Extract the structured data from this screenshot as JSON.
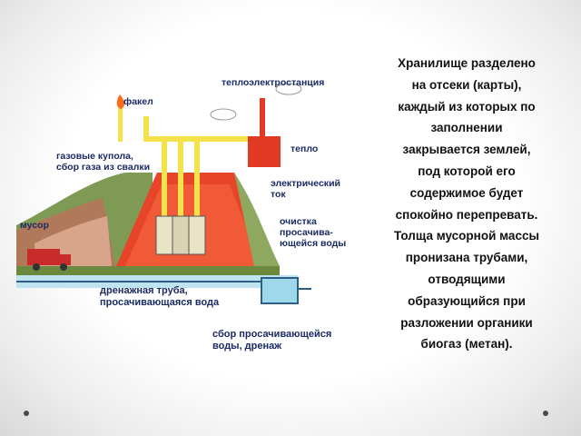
{
  "diagram": {
    "labels": {
      "torch": "факел",
      "power_plant": "теплоэлектростанция",
      "gas_domes": "газовые купола,\nсбор газа из свалки",
      "heat": "тепло",
      "electricity": "электрический\nток",
      "garbage": "мусор",
      "leachate_treatment": "очистка\nпросачива-\nющейся воды",
      "drain_pipe": "дренажная труба,\nпросачивающаяся вода",
      "leachate_collection": "сбор просачивающейся\nводы, дренаж"
    },
    "colors": {
      "landfill": "#e8442a",
      "pipes": "#f4e24a",
      "plant": "#e23a22",
      "water": "#9fd8ea",
      "labels": "#1a2a63"
    }
  },
  "text": {
    "lines": [
      "Хранилище разделено",
      "на отсеки (карты),",
      "каждый из которых по",
      "заполнении",
      "закрывается землей,",
      "под которой его",
      "содержимое будет",
      "спокойно перепревать.",
      "Толща мусорной массы",
      "пронизана трубами,",
      "отводящими",
      "образующийся при",
      "разложении органики",
      "биогаз (метан)."
    ]
  }
}
